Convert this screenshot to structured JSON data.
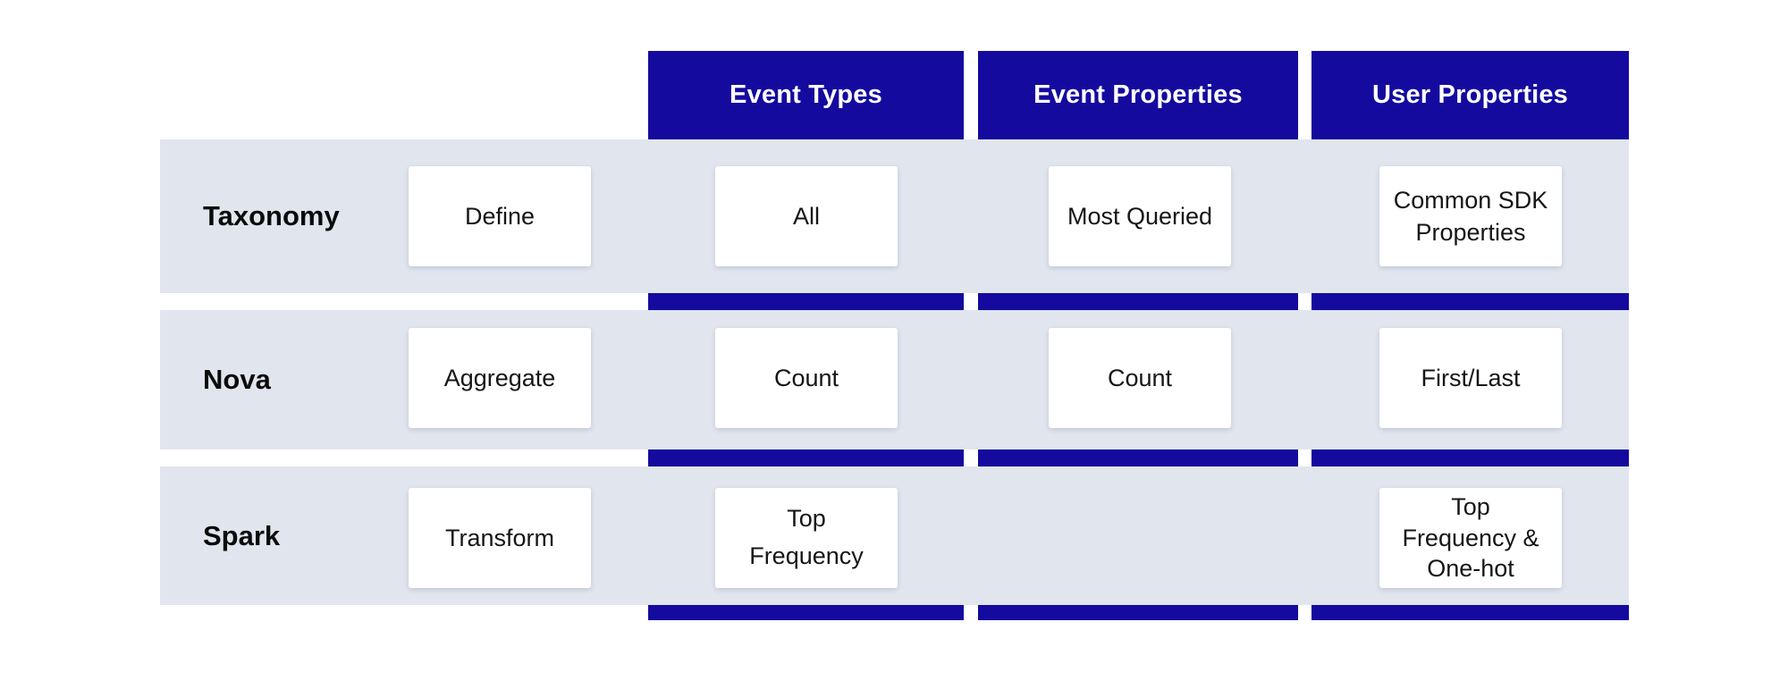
{
  "diagram": {
    "columns": [
      {
        "id": "event-types",
        "label": "Event Types"
      },
      {
        "id": "event-properties",
        "label": "Event Properties"
      },
      {
        "id": "user-properties",
        "label": "User Properties"
      }
    ],
    "rows": [
      {
        "id": "taxonomy",
        "label": "Taxonomy",
        "stage": "Define",
        "cells": {
          "event_types": "All",
          "event_properties": "Most Queried",
          "user_properties": "Common SDK\nProperties"
        }
      },
      {
        "id": "nova",
        "label": "Nova",
        "stage": "Aggregate",
        "cells": {
          "event_types": "Count",
          "event_properties": "Count",
          "user_properties": "First/Last"
        }
      },
      {
        "id": "spark",
        "label": "Spark",
        "stage": "Transform",
        "cells": {
          "event_types": "Top\nFrequency",
          "event_properties": "",
          "user_properties": "Top\nFrequency &\nOne-hot"
        }
      }
    ],
    "colors": {
      "column_band_blue": "#140a9e",
      "row_band_gray_blue": "#e0e5ee",
      "cell_background": "#ffffff",
      "header_text": "#ffffff",
      "body_text": "#161616"
    }
  }
}
